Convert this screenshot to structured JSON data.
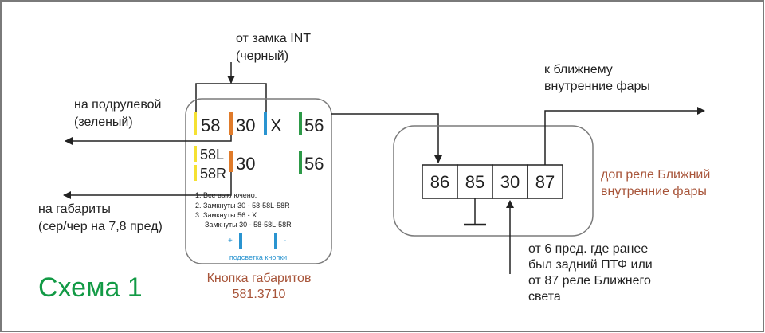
{
  "title": "Схема 1",
  "top_label": {
    "line1": "от замка INT",
    "line2": "(черный)"
  },
  "left_labels": {
    "steering": {
      "line1": "на подрулевой",
      "line2": "(зеленый)"
    },
    "parking": {
      "line1": "на габариты",
      "line2": "(сер/чер на 7,8 пред)"
    }
  },
  "button": {
    "pins_top": [
      "58",
      "30",
      "X",
      "56"
    ],
    "pins_mid": [
      "58L",
      "58R",
      "30",
      "56"
    ],
    "notes": [
      "1. Все выключено.",
      "2. Замкнуты 30 - 58-58L-58R",
      "3. Замкнуты 56 - Х",
      "Замкнуты 30 - 58-58L-58R"
    ],
    "plus": "+",
    "minus": "-",
    "backlight": "подсветка кнопки",
    "caption_line1": "Кнопка габаритов",
    "caption_line2": "581.3710"
  },
  "relay": {
    "pins": [
      "86",
      "85",
      "30",
      "87"
    ],
    "label_line1": "доп реле Ближний",
    "label_line2": "внутренние фары"
  },
  "right_top_label": {
    "line1": "к ближнему",
    "line2": "внутренние фары"
  },
  "bottom_right_label": {
    "lines": [
      "от 6 пред. где ранее",
      "был задний ПТФ или",
      "от 87 реле Ближнего",
      "света"
    ]
  },
  "colors": {
    "title": "#129a45",
    "caption": "#a8553a",
    "pin_58": "#f5e132",
    "pin_30": "#e07b2a",
    "pin_x": "#2a94d0",
    "pin_56": "#2d9a48",
    "backlight": "#2a94d0",
    "frame": "#7a7a7a",
    "line": "#222222"
  }
}
